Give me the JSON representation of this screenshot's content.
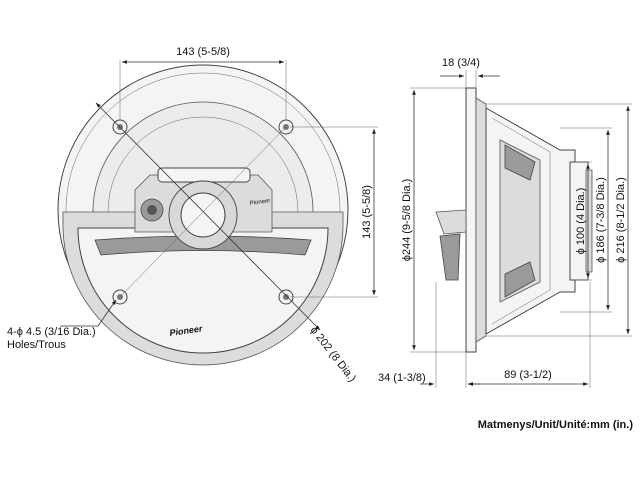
{
  "diagram": {
    "dimensions": {
      "top_width": "143 (5-5/8)",
      "right_height": "143 (5-5/8)",
      "holes_line1": "4-ϕ 4.5 (3/16 Dia.)",
      "holes_line2": "Holes/Trous",
      "dia_202": "ϕ 202 (8 Dia.)",
      "depth_top": "18 (3/4)",
      "dia_244": "ϕ244 (9-5/8 Dia.)",
      "dia_100": "ϕ 100 (4 Dia.)",
      "dia_186": "ϕ 186 (7-3/8 Dia.)",
      "dia_216": "ϕ 216 (8-1/2 Dia.)",
      "depth_front": "34 (1-3/8)",
      "depth_back": "89 (3-1/2)"
    },
    "logo_text": "Pioneer",
    "unit_label": "Matmenys/Unit/Unité:mm (in.)"
  }
}
